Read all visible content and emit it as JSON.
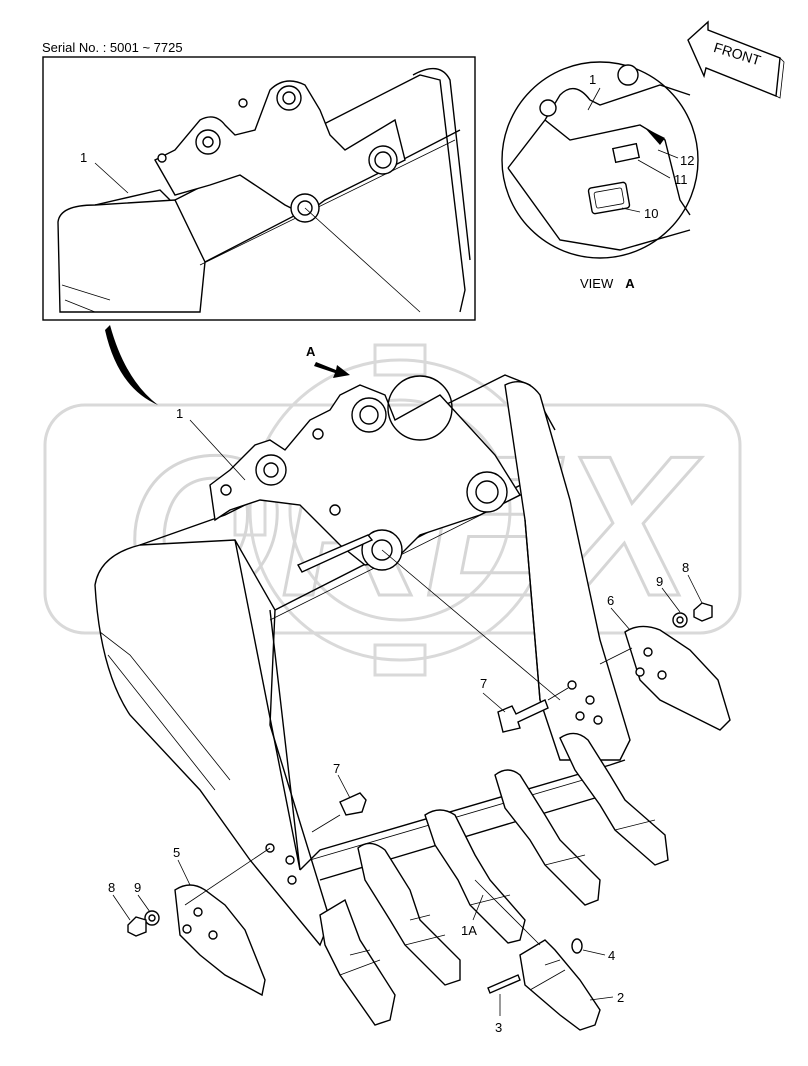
{
  "header": {
    "serial": "Serial No. : 5001 ~ 7725"
  },
  "front_arrow": {
    "label": "FRONT"
  },
  "view": {
    "word": "VIEW",
    "letter": "A"
  },
  "view_arrow": {
    "letter": "A"
  },
  "watermark": {
    "text": "OREX"
  },
  "callouts": {
    "inset_1": "1",
    "view_1": "1",
    "view_10": "10",
    "view_11": "11",
    "view_12": "12",
    "main_1": "1",
    "main_1A": "1A",
    "main_2": "2",
    "main_3": "3",
    "main_4": "4",
    "main_5": "5",
    "main_6": "6",
    "main_7a": "7",
    "main_7b": "7",
    "main_8a": "8",
    "main_8b": "8",
    "main_9a": "9",
    "main_9b": "9"
  }
}
